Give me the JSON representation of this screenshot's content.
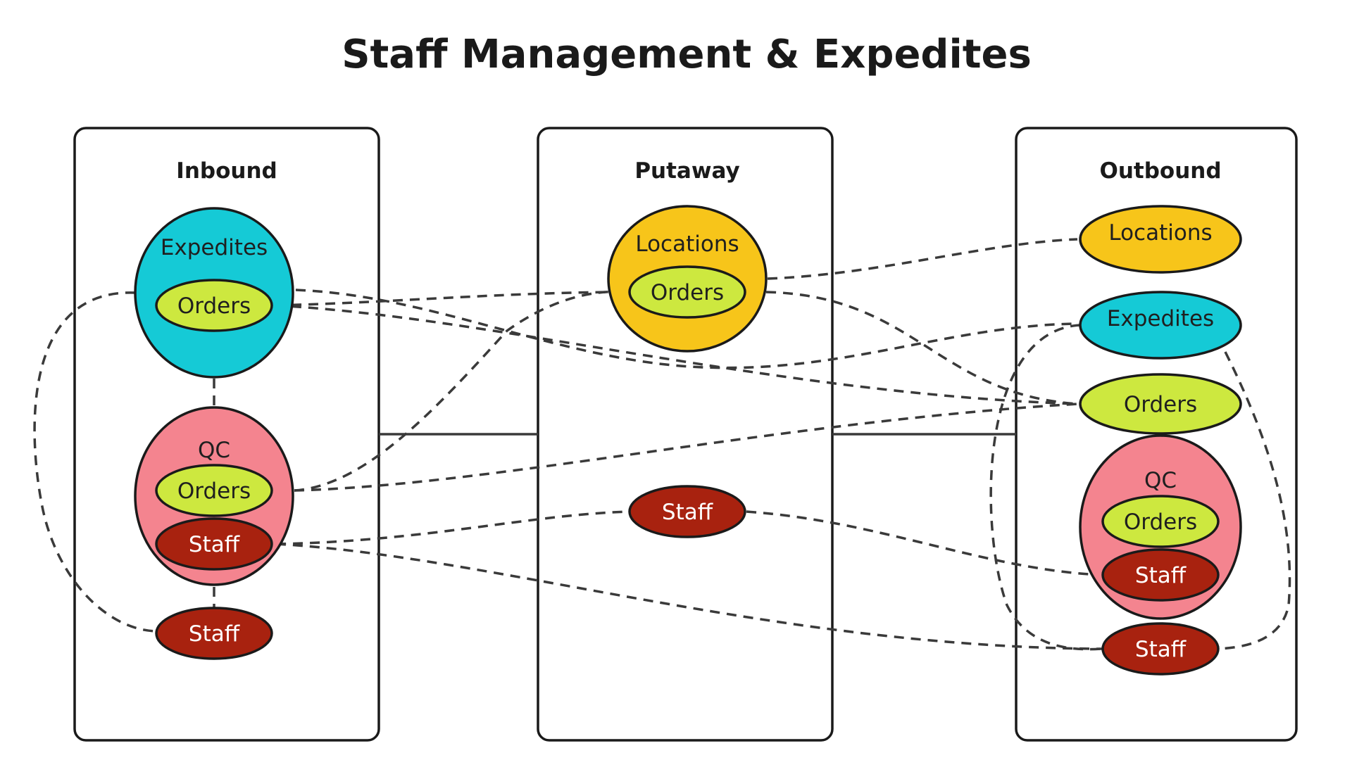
{
  "title": "Staff Management & Expedites",
  "colors": {
    "cyan": "#15cad6",
    "pink": "#f4848f",
    "yellow": "#f7c51a",
    "lime": "#cde83f",
    "red": "#a8220f"
  },
  "panels": {
    "inbound": {
      "title": "Inbound",
      "expedites": "Expedites",
      "expedites_orders": "Orders",
      "qc": "QC",
      "qc_orders": "Orders",
      "qc_staff": "Staff",
      "staff": "Staff"
    },
    "putaway": {
      "title": "Putaway",
      "locations": "Locations",
      "locations_orders": "Orders",
      "staff": "Staff"
    },
    "outbound": {
      "title": "Outbound",
      "locations": "Locations",
      "expedites": "Expedites",
      "orders": "Orders",
      "qc": "QC",
      "qc_orders": "Orders",
      "qc_staff": "Staff",
      "staff": "Staff"
    }
  }
}
